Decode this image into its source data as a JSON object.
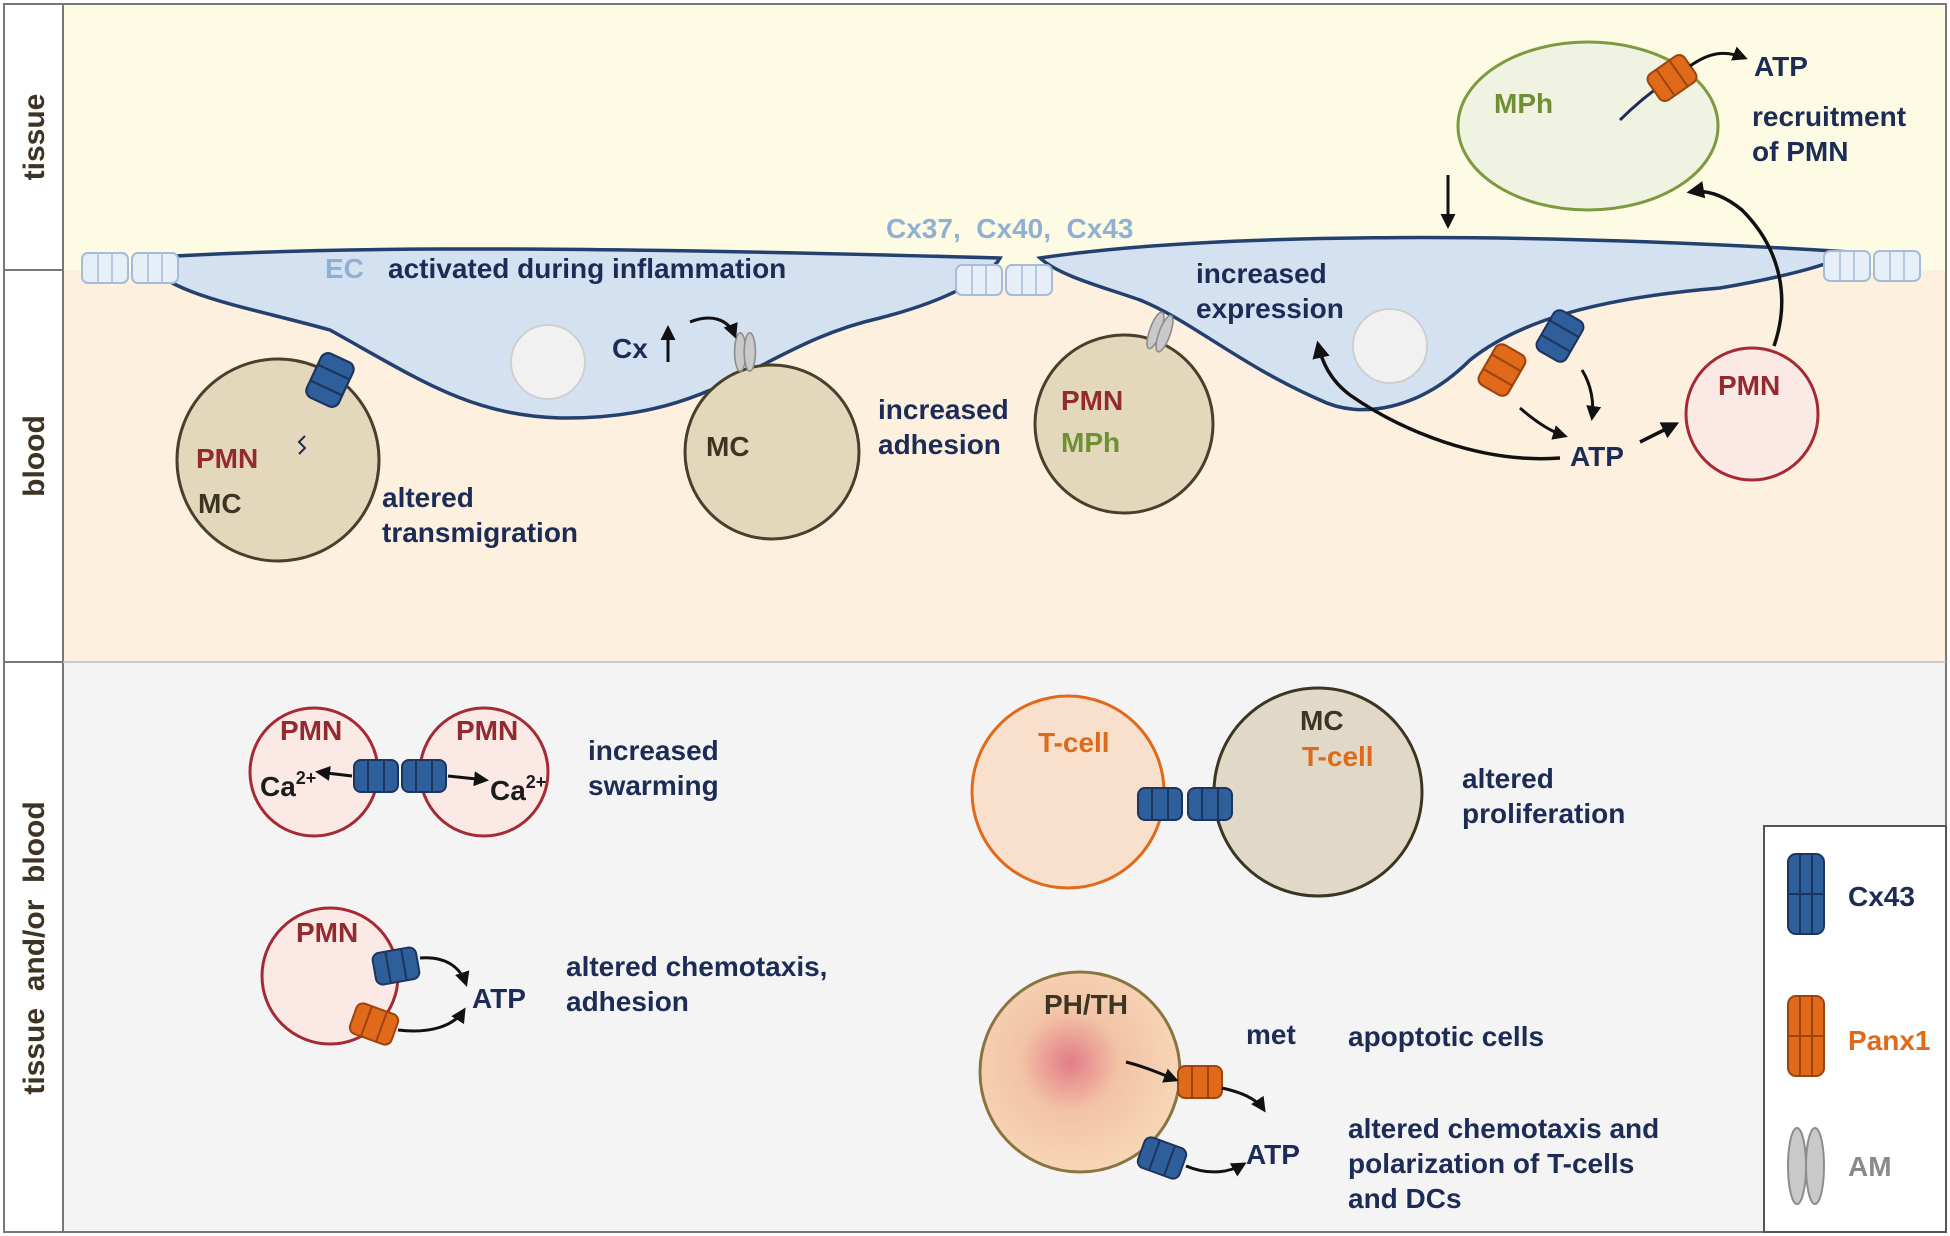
{
  "colors": {
    "tissue_bg": "#fdfbe3",
    "blood_bg": "#fdf0df",
    "both_bg": "#f4f4f4",
    "ec_fill": "#d3e1f1",
    "ec_stroke": "#24406f",
    "cx43": "#2f5f9b",
    "panx1": "#e06a1a",
    "am": "#9e9e9e"
  },
  "sides": {
    "tissue": "tissue",
    "blood": "blood",
    "both": "tissue  and/or  blood"
  },
  "top": {
    "ec_label": "EC",
    "ec_text": "activated during inflammation",
    "cx_types": "Cx37,  Cx40,  Cx43",
    "mph_cell": "MPh",
    "atp_top": "ATP",
    "recruitment_1": "recruitment",
    "recruitment_2": "of PMN",
    "cx_up": "Cx",
    "increased_expr_1": "increased",
    "increased_expr_2": "expression",
    "pmn1_label": "PMN",
    "mc1_label": "MC",
    "altered_trans_1": "altered",
    "altered_trans_2": "transmigration",
    "mc2_label": "MC",
    "increased_adh_1": "increased",
    "increased_adh_2": "adhesion",
    "pmn3_label": "PMN",
    "mph3_label": "MPh",
    "atp_mid": "ATP",
    "pmn4_label": "PMN"
  },
  "bottom": {
    "pmn_a": "PMN",
    "pmn_b": "PMN",
    "ca_left": "Ca",
    "ca_right": "Ca",
    "ca_sup": "2+",
    "swarm_1": "increased",
    "swarm_2": "swarming",
    "pmn_c": "PMN",
    "atp_c": "ATP",
    "chemo_1": "altered chemotaxis,",
    "chemo_2": "adhesion",
    "tcell_a": "T-cell",
    "mc_b": "MC",
    "tcell_b": "T-cell",
    "prolif_1": "altered",
    "prolif_2": "proliferation",
    "phth": "PH/TH",
    "met": "met",
    "atp_d": "ATP",
    "apoptotic": "apoptotic cells",
    "polar_1": "altered chemotaxis and",
    "polar_2": "polarization of T-cells",
    "polar_3": "and DCs"
  },
  "legend": {
    "cx43": "Cx43",
    "panx1": "Panx1",
    "am": "AM"
  }
}
